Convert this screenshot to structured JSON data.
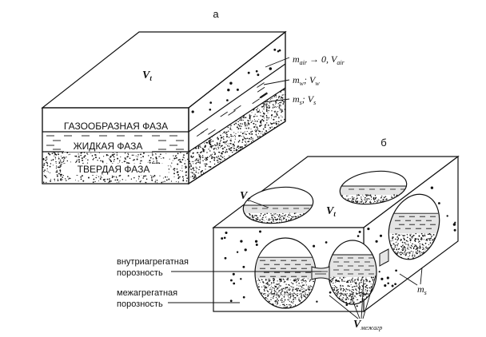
{
  "diagram_a": {
    "letter": "а",
    "volume_label": "V",
    "volume_sub": "t",
    "layers": {
      "gas": "ГАЗООБРАЗНАЯ ФАЗА",
      "liquid": "ЖИДКАЯ ФАЗА",
      "solid": "ТВЕРДАЯ ФАЗА"
    },
    "annotations": {
      "air": {
        "m": "m",
        "m_sub": "air",
        "mid": " → 0, ",
        "v": "V",
        "v_sub": "air"
      },
      "water": {
        "m": "m",
        "m_sub": "w",
        "mid": "; ",
        "v": "V",
        "v_sub": "w"
      },
      "solid": {
        "m": "m",
        "m_sub": "s",
        "mid": "; ",
        "v": "V",
        "v_sub": "s"
      }
    }
  },
  "diagram_b": {
    "letter": "б",
    "v_e_main": "V",
    "v_e_sub": "e",
    "v_t_main": "V",
    "v_t_sub": "t",
    "intra_line1": "внутриагрегатная",
    "intra_line2": "порозность",
    "inter_line1": "межагрегатная",
    "inter_line2": "порозность",
    "ms_main": "m",
    "ms_sub": "s",
    "vinter_main": "V",
    "vinter_sub": "межагр"
  }
}
